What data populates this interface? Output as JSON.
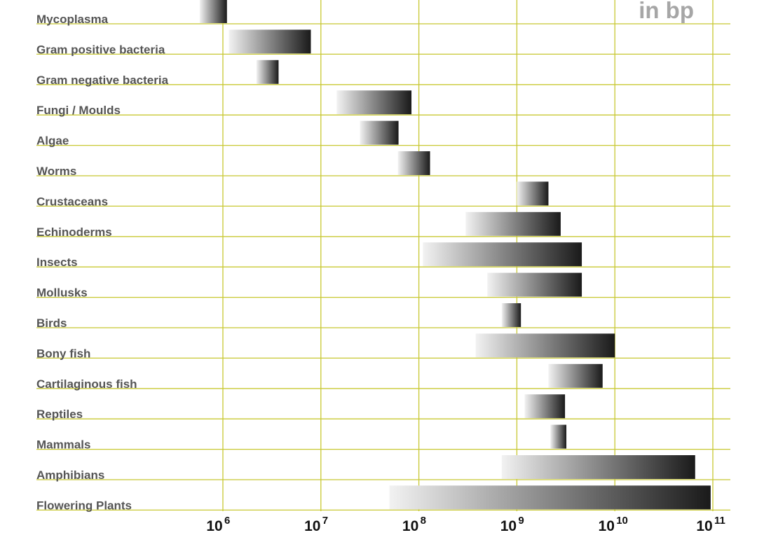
{
  "chart_data": {
    "type": "bar",
    "subtype": "floating-range",
    "unit_label": "in bp",
    "x_scale": "log",
    "xlim": [
      1000000,
      100000000000
    ],
    "grid": true,
    "grid_color": "#c8c832",
    "bar_gradient": [
      "#f2f2f2",
      "#1a1a1a"
    ],
    "label_color": "#555555",
    "unit_color": "#a6a6a6",
    "x_ticks": [
      {
        "base": "10",
        "exp": "6",
        "value": 1000000
      },
      {
        "base": "10",
        "exp": "7",
        "value": 10000000
      },
      {
        "base": "10",
        "exp": "8",
        "value": 100000000
      },
      {
        "base": "10",
        "exp": "9",
        "value": 1000000000
      },
      {
        "base": "10",
        "exp": "10",
        "value": 10000000000
      },
      {
        "base": "10",
        "exp": "11",
        "value": 100000000000
      }
    ],
    "categories": [
      "Mycoplasma",
      "Gram positive bacteria",
      "Gram negative bacteria",
      "Fungi / Moulds",
      "Algae",
      "Worms",
      "Crustaceans",
      "Echinoderms",
      "Insects",
      "Mollusks",
      "Birds",
      "Bony fish",
      "Cartilaginous fish",
      "Reptiles",
      "Mammals",
      "Amphibians",
      "Flowering Plants"
    ],
    "ranges": [
      [
        580000,
        1100000
      ],
      [
        1150000,
        7900000
      ],
      [
        2200000,
        3700000
      ],
      [
        14500000,
        84000000
      ],
      [
        25000000,
        62000000
      ],
      [
        61000000,
        130000000
      ],
      [
        1000000000,
        2100000000
      ],
      [
        300000000,
        2800000000
      ],
      [
        110000000,
        4600000000
      ],
      [
        500000000,
        4600000000
      ],
      [
        700000000,
        1100000000
      ],
      [
        380000000,
        10000000000
      ],
      [
        2100000000,
        7500000000
      ],
      [
        1200000000,
        3100000000
      ],
      [
        2200000000,
        3200000000
      ],
      [
        700000000,
        66000000000
      ],
      [
        50000000,
        95000000000
      ]
    ]
  }
}
